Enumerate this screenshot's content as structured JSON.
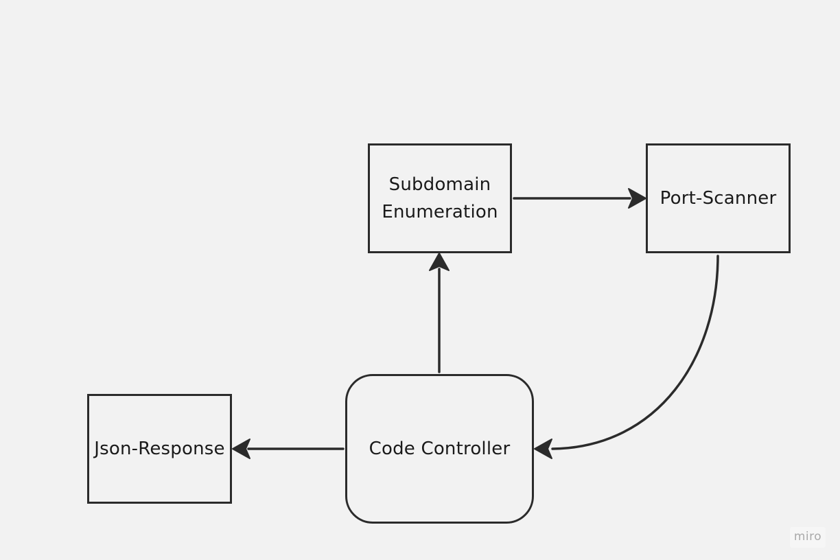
{
  "diagram": {
    "nodes": {
      "subdomain": {
        "label": "Subdomain\nEnumeration",
        "shape": "rectangle"
      },
      "port_scanner": {
        "label": "Port-Scanner",
        "shape": "rectangle"
      },
      "code_controller": {
        "label": "Code Controller",
        "shape": "rounded-rectangle"
      },
      "json_response": {
        "label": "Json-Response",
        "shape": "rectangle"
      }
    },
    "edges": [
      {
        "from": "code_controller",
        "to": "subdomain",
        "style": "straight"
      },
      {
        "from": "subdomain",
        "to": "port_scanner",
        "style": "straight"
      },
      {
        "from": "port_scanner",
        "to": "code_controller",
        "style": "curved"
      },
      {
        "from": "code_controller",
        "to": "json_response",
        "style": "straight"
      }
    ]
  },
  "watermark": {
    "text": "miro"
  },
  "colors": {
    "background": "#f2f2f2",
    "stroke": "#2b2b2b",
    "text": "#1a1a1a",
    "watermark": "#a9a9a9"
  }
}
